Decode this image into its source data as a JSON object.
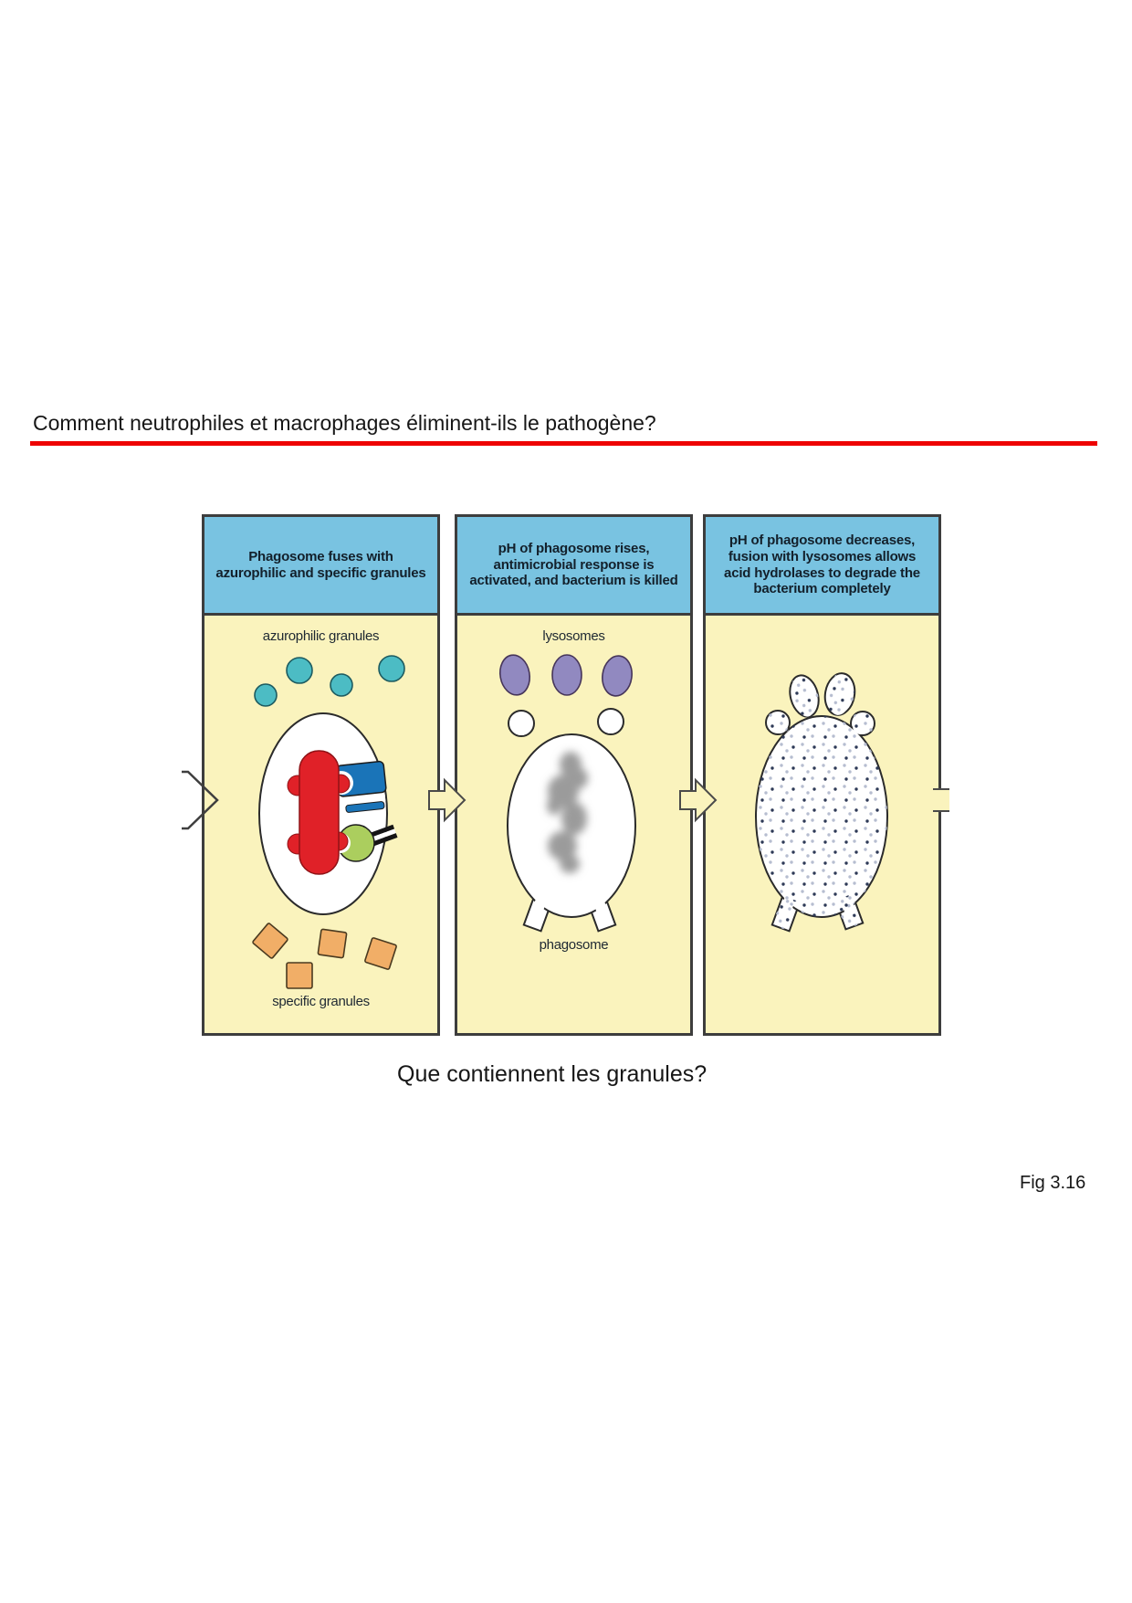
{
  "page": {
    "title": "Comment neutrophiles et macrophages éliminent-ils le pathogène?",
    "question": "Que contiennent les granules?",
    "figure_ref": "Fig 3.16"
  },
  "figure": {
    "panels": [
      {
        "header": "Phagosome fuses with azurophilic and specific granules",
        "label_top": "azurophilic granules",
        "label_bottom": "specific granules"
      },
      {
        "header": "pH of phagosome rises, antimicrobial response is activated, and bacterium is killed",
        "label_top": "lysosomes",
        "label_bottom": "phagosome"
      },
      {
        "header": "pH of phagosome decreases, fusion with lysosomes allows acid hydrolases to degrade the bacterium completely"
      }
    ]
  },
  "colors": {
    "header_blue": "#79c3e1",
    "panel_yellow": "#faf3bd",
    "panel_border": "#3d3d3d",
    "rule_red": "#ee0202",
    "teal": "#4cbcc4",
    "purple": "#9189c0",
    "orange": "#f1ae67",
    "bact_red": "#e02128",
    "granule_blue": "#1a74b8",
    "granule_green": "#abce5e",
    "debris_gray": "#9b9b9b",
    "speckle_dark": "#2e3a57",
    "speckle_light": "#b6bdd0"
  }
}
